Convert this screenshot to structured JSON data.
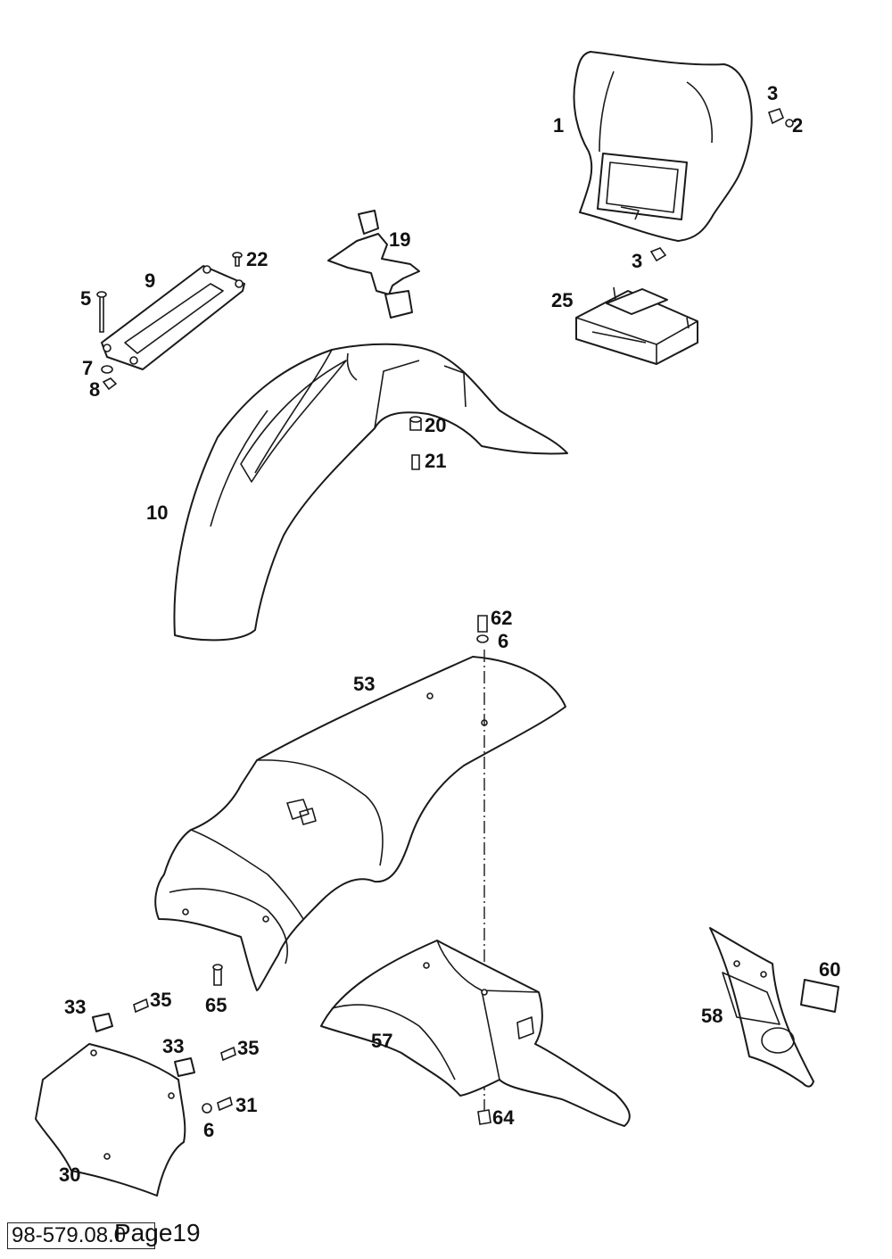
{
  "callouts": {
    "c1": "1",
    "c2": "2",
    "c3a": "3",
    "c3b": "3",
    "c5": "5",
    "c6a": "6",
    "c6b": "6",
    "c7": "7",
    "c8": "8",
    "c9": "9",
    "c10": "10",
    "c19": "19",
    "c20": "20",
    "c21": "21",
    "c22": "22",
    "c25": "25",
    "c30": "30",
    "c31": "31",
    "c33a": "33",
    "c33b": "33",
    "c35a": "35",
    "c35b": "35",
    "c53": "53",
    "c57": "57",
    "c58": "58",
    "c60": "60",
    "c62": "62",
    "c64": "64",
    "c65": "65"
  },
  "footer": {
    "drawing_number": "98-579.08.0",
    "page_label": "Page19"
  }
}
